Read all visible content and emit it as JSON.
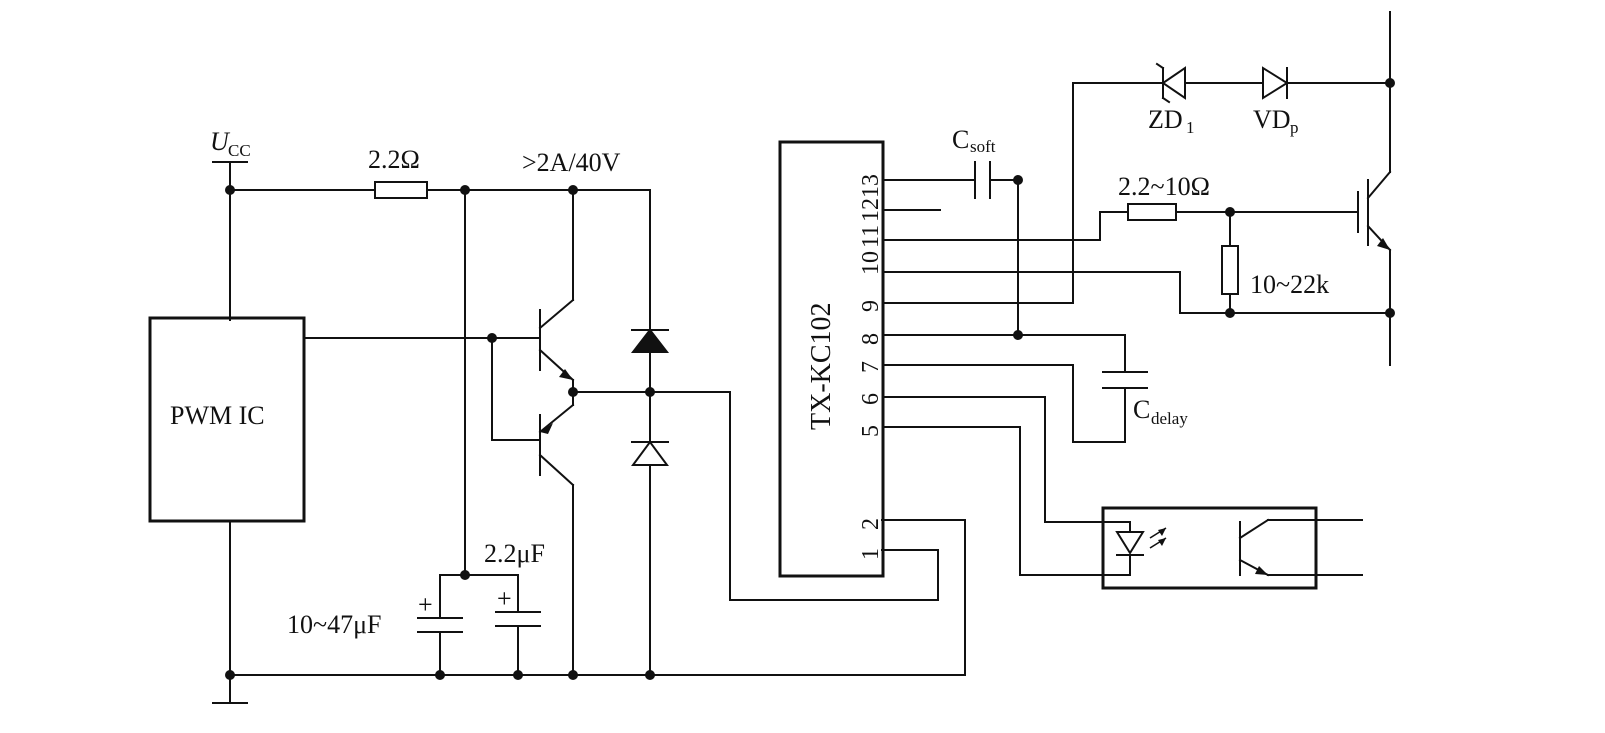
{
  "labels": {
    "ucc_main": "U",
    "ucc_sub": "CC",
    "r1": "2.2Ω",
    "driver_rating": ">2A/40V",
    "c_small": "2.2μF",
    "c_large": "10~47μF",
    "pwm_ic": "PWM IC",
    "chip": "TX-KC102",
    "csoft_main": "C",
    "csoft_sub": "soft",
    "cdelay_main": "C",
    "cdelay_sub": "delay",
    "zd_main": "ZD",
    "zd_sub": "1",
    "vd_main": "VD",
    "vd_sub": "p",
    "rg": "2.2~10Ω",
    "rge": "10~22k",
    "plus_sign": "+"
  },
  "pins": [
    "13",
    "12",
    "11",
    "10",
    "9",
    "8",
    "7",
    "6",
    "5",
    "2",
    "1"
  ]
}
